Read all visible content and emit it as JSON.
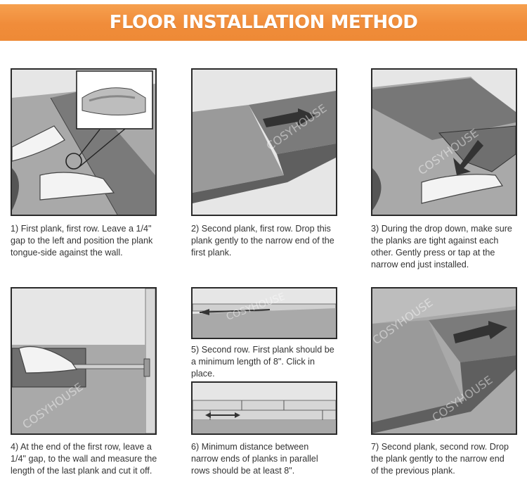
{
  "title": "FLOOR INSTALLATION METHOD",
  "watermark": "COSYHOUSE",
  "colors": {
    "banner": "#f08c3a",
    "floor": "#a9a9a9",
    "wall": "#e6e6e6",
    "plank": "#777777",
    "border": "#2b2b2b"
  },
  "steps": [
    {
      "caption": "1) First plank, first row. Leave a 1/4\" gap to the left and position the plank tongue-side against the wall."
    },
    {
      "caption": "2) Second plank, first row. Drop this plank gently to the narrow end of the first plank."
    },
    {
      "caption": "3) During the drop down, make sure the planks are tight against each other. Gently press or tap at the narrow end just installed."
    },
    {
      "caption": "4) At the end of the first row, leave a 1/4\" gap, to the wall and measure the length of the last plank and cut it off."
    },
    {
      "caption": "5) Second row. First plank should be a minimum length of 8\". Click in place."
    },
    {
      "caption": "6) Minimum distance between narrow ends of planks in parallel rows should be at least 8\"."
    },
    {
      "caption": "7) Second plank, second row. Drop the plank gently to the narrow end of the previous plank."
    }
  ]
}
